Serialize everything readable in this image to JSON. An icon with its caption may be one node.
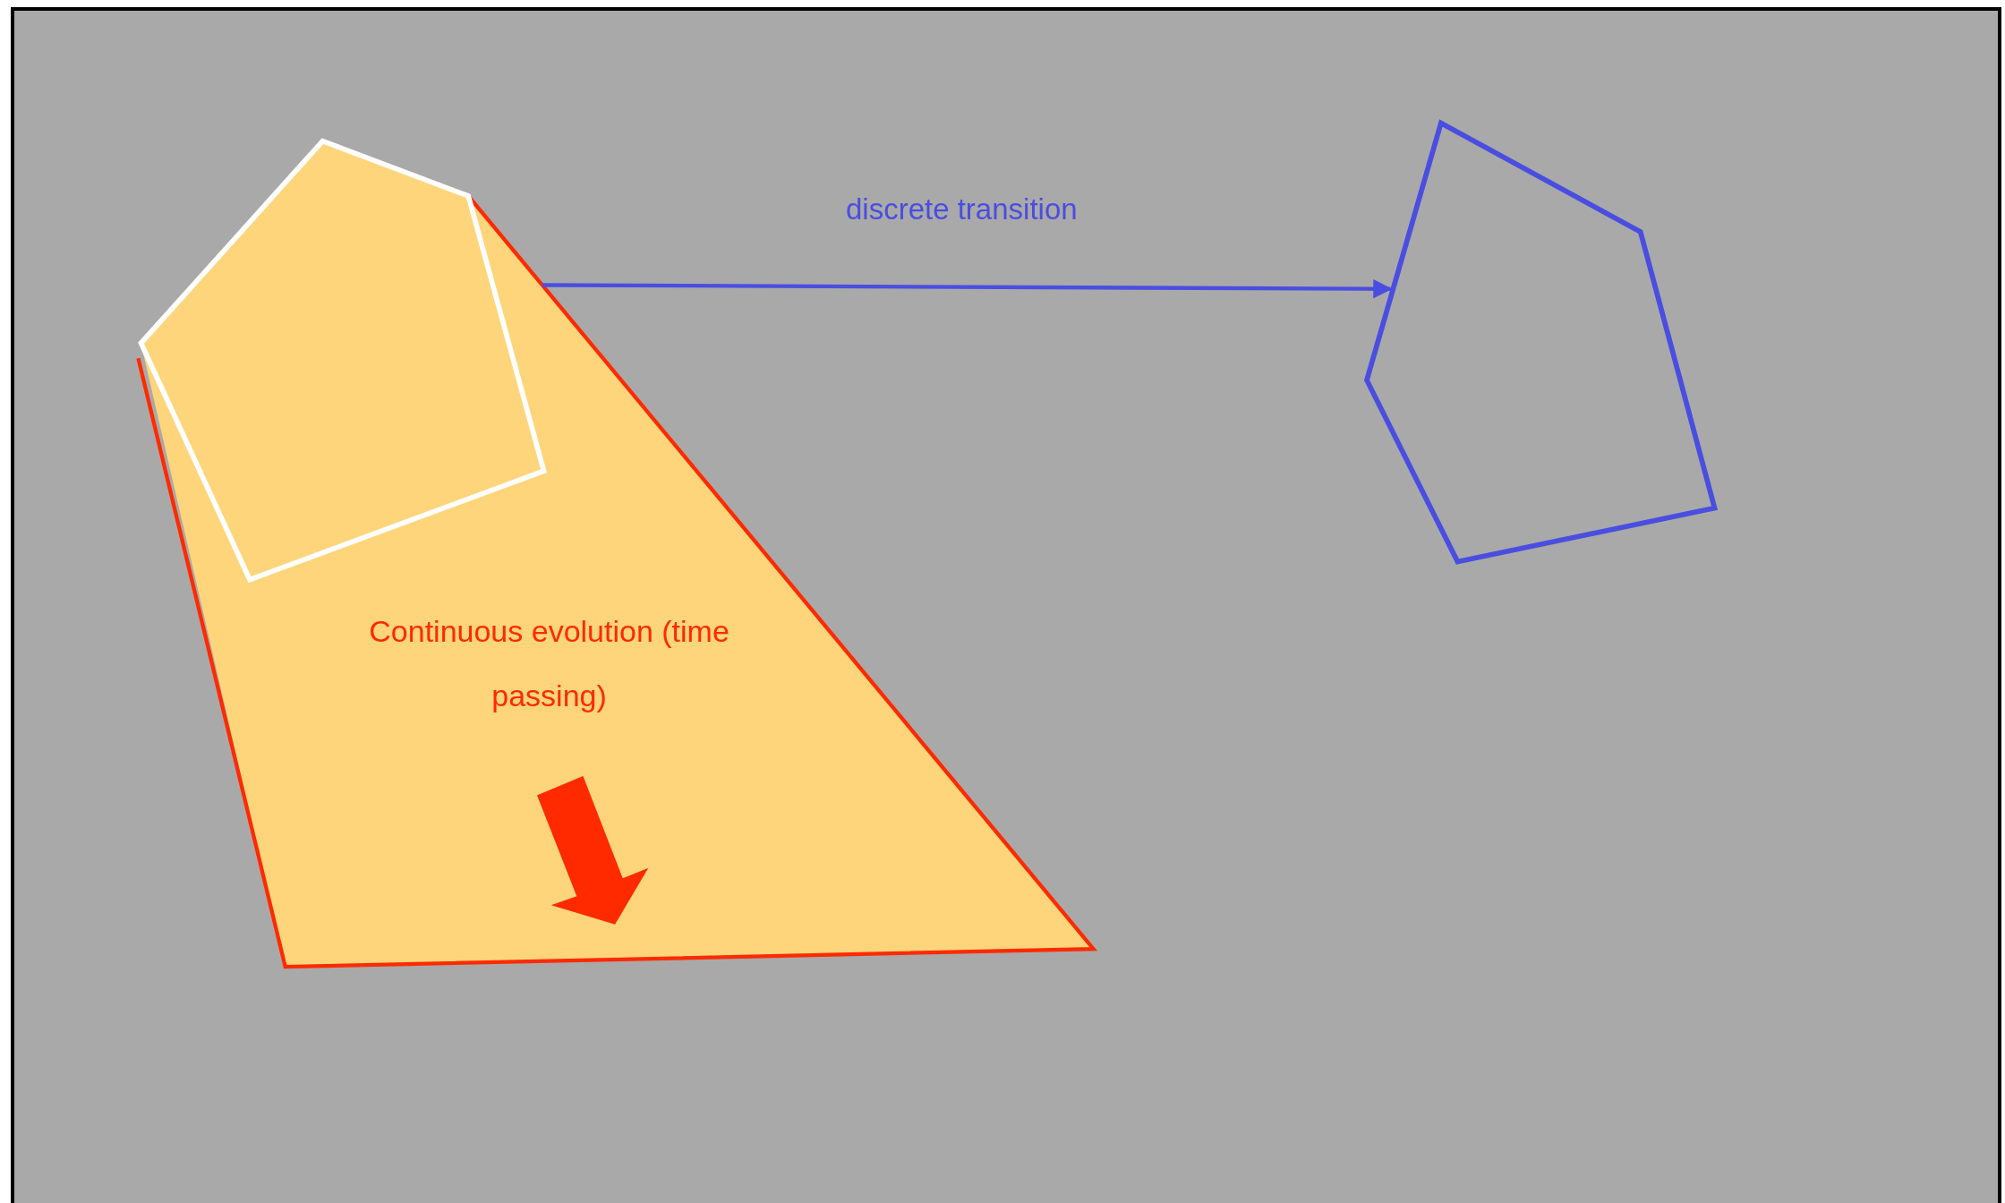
{
  "diagram": {
    "nodes": [
      {
        "text": [
          "Continuous evolution (time passing)"
        ]
      },
      {
        "text": [],
        "shape": "pentagon",
        "in": 0
      },
      {
        "text": [],
        "shape": "pentagon"
      }
    ],
    "edges": [
      {
        "from": 0,
        "to": 2,
        "arrow": "to",
        "label": "discrete transition"
      }
    ]
  }
}
